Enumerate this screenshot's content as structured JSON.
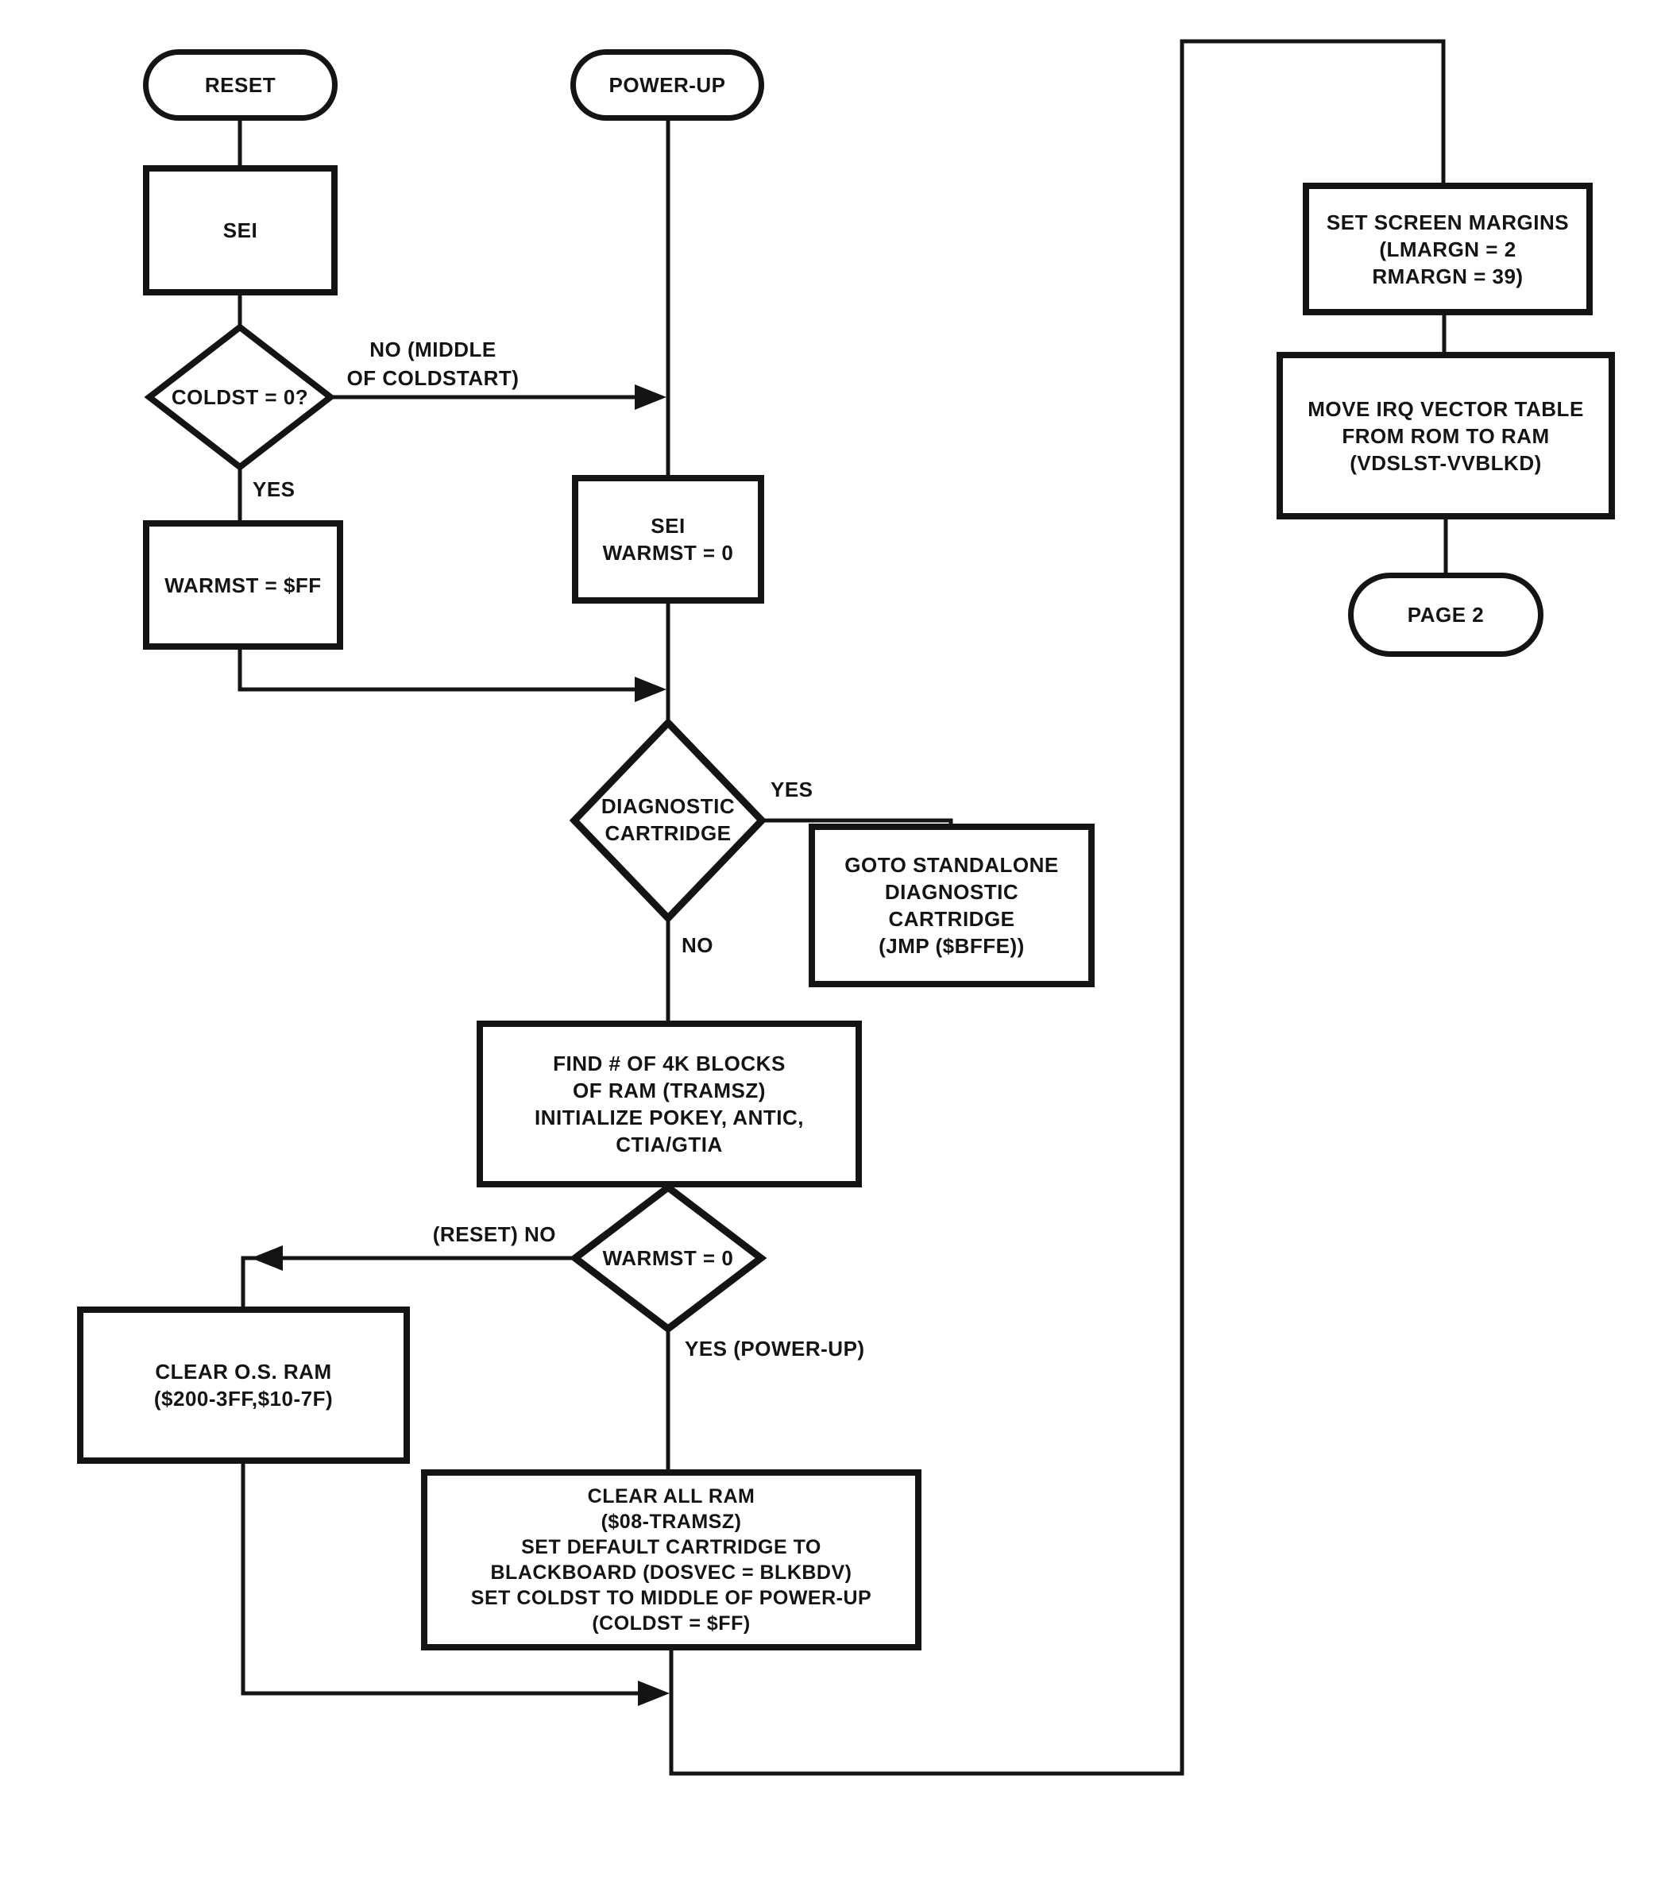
{
  "nodes": {
    "reset": {
      "label": "RESET"
    },
    "sei": {
      "label": "SEI"
    },
    "coldst_decision": {
      "label": "COLDST = 0?"
    },
    "warmst_ff": {
      "label": "WARMST = $FF"
    },
    "power_up": {
      "label": "POWER-UP"
    },
    "sei_warmst": {
      "line1": "SEI",
      "line2": "WARMST = 0"
    },
    "diagnostic_decision": {
      "line1": "DIAGNOSTIC",
      "line2": "CARTRIDGE"
    },
    "goto_standalone": {
      "line1": "GOTO STANDALONE",
      "line2": "DIAGNOSTIC",
      "line3": "CARTRIDGE",
      "line4": "(JMP ($BFFE))"
    },
    "find_ram": {
      "line1": "FIND # OF 4K BLOCKS",
      "line2": "OF RAM (TRAMSZ)",
      "line3": "INITIALIZE POKEY, ANTIC,",
      "line4": "CTIA/GTIA"
    },
    "warmst_decision": {
      "label": "WARMST = 0"
    },
    "clear_os_ram": {
      "line1": "CLEAR O.S. RAM",
      "line2": "($200-3FF,$10-7F)"
    },
    "clear_all_ram": {
      "line1": "CLEAR ALL RAM",
      "line2": "($08-TRAMSZ)",
      "line3": "SET DEFAULT CARTRIDGE TO",
      "line4": "BLACKBOARD (DOSVEC = BLKBDV)",
      "line5": "SET COLDST TO MIDDLE OF POWER-UP",
      "line6": "(COLDST = $FF)"
    },
    "set_screen_margins": {
      "line1": "SET SCREEN MARGINS",
      "line2": "(LMARGN = 2",
      "line3": "RMARGN = 39)"
    },
    "move_irq": {
      "line1": "MOVE IRQ VECTOR TABLE",
      "line2": "FROM ROM TO RAM",
      "line3": "(VDSLST-VVBLKD)"
    },
    "page_2": {
      "label": "PAGE 2"
    }
  },
  "edge_labels": {
    "coldst_no_line1": "NO (MIDDLE",
    "coldst_no_line2": "OF COLDSTART)",
    "coldst_yes": "YES",
    "diagnostic_yes": "YES",
    "diagnostic_no": "NO",
    "warmst_no": "(RESET) NO",
    "warmst_yes": "YES (POWER-UP)"
  },
  "colors": {
    "ink": "#141414",
    "paper": "#ffffff"
  }
}
